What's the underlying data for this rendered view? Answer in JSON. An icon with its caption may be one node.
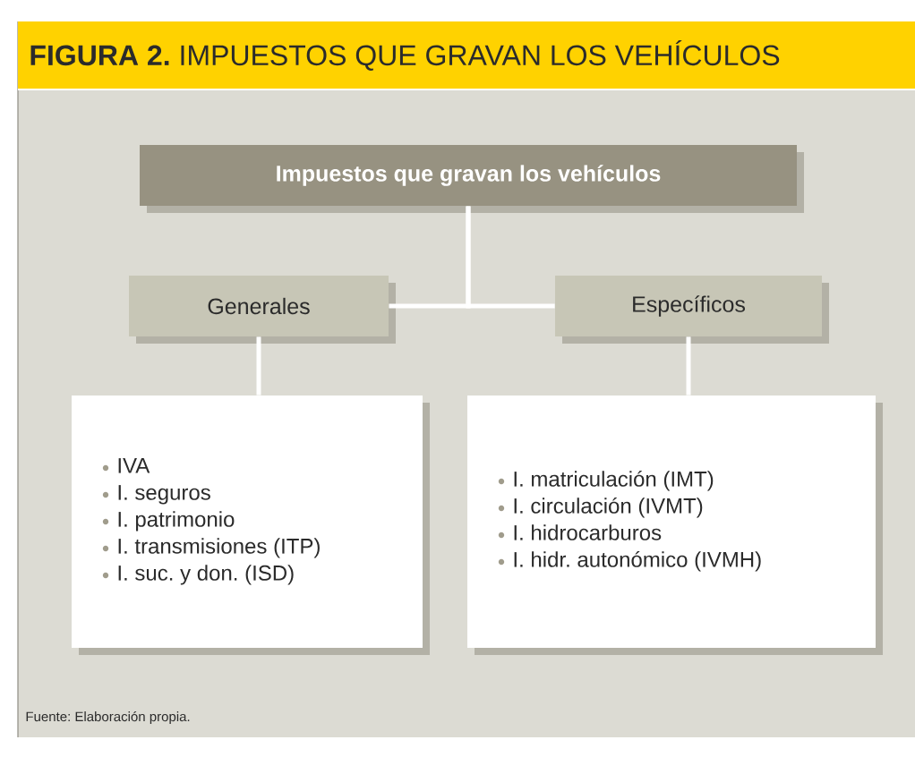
{
  "diagram": {
    "title": "**FIGURA 2.** IMPUESTOS QUE GRAVAN LOS VEHÍCULOS",
    "caption": "Fuente: Elaboración propia.",
    "nodes": [
      {
        "text": [
          "Impuestos que gravan los vehículos"
        ]
      },
      {
        "text": [
          "Generales"
        ]
      },
      {
        "text": [
          "Específicos"
        ]
      },
      {
        "text": [
          "IVA",
          "I. seguros",
          "I. patrimonio",
          "I. transmisiones (ITP)",
          "I. suc. y don. (ISD)"
        ]
      },
      {
        "text": [
          "I. matriculación (IMT)",
          "I. circulación (IVMT)",
          "I. hidrocarburos",
          "I. hidr. autonómico (IVMH)"
        ]
      }
    ],
    "edges": [
      {
        "from": 0,
        "to": 1,
        "arrow": "none"
      },
      {
        "from": 0,
        "to": 2,
        "arrow": "none"
      },
      {
        "from": 1,
        "to": 3,
        "arrow": "none"
      },
      {
        "from": 2,
        "to": 4,
        "arrow": "none"
      }
    ]
  }
}
